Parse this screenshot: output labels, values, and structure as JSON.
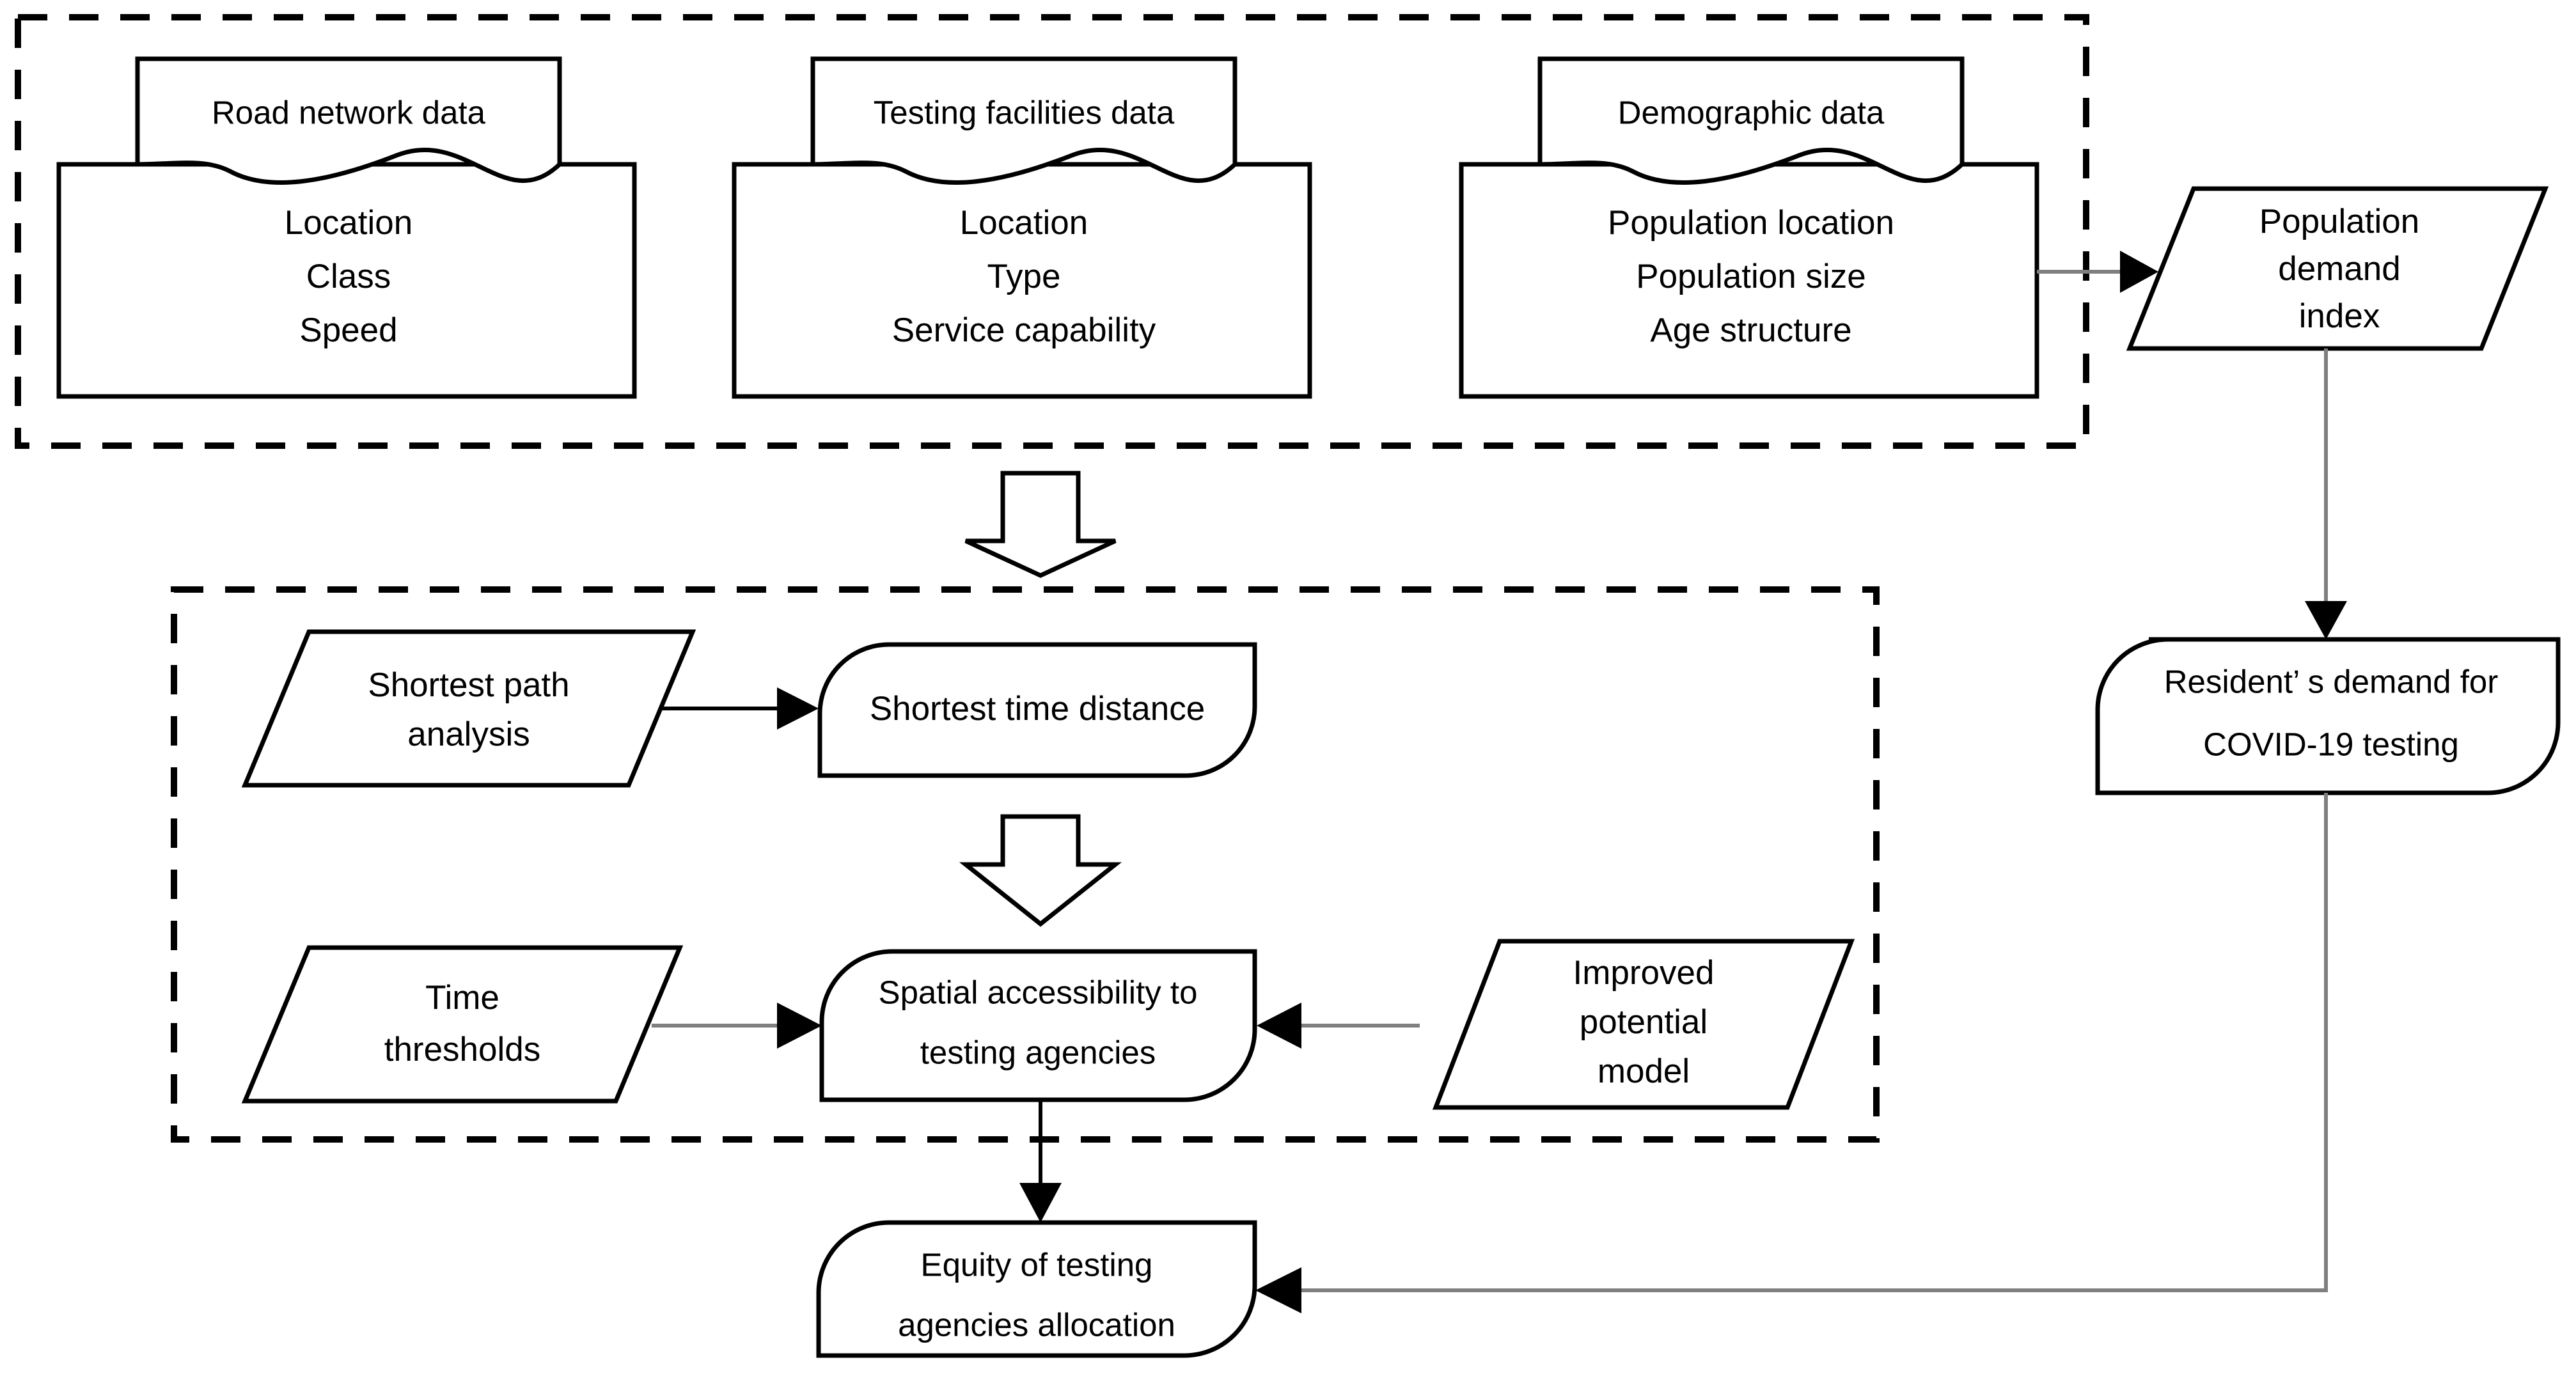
{
  "diagram": {
    "title": "COVID-19 testing agency spatial accessibility and equity workflow",
    "colors": {
      "stroke": "#000000",
      "background": "#ffffff",
      "connector": "#7f7f7f"
    },
    "groups": [
      {
        "name": "data-inputs-group",
        "style": "dashed"
      },
      {
        "name": "analysis-group",
        "style": "dashed"
      }
    ],
    "data_sources": [
      {
        "header": "Road network data",
        "attributes": [
          "Location",
          "Class",
          "Speed"
        ]
      },
      {
        "header": "Testing facilities data",
        "attributes": [
          "Location",
          "Type",
          "Service capability"
        ]
      },
      {
        "header": "Demographic data",
        "attributes": [
          "Population location",
          "Population size",
          "Age structure"
        ]
      }
    ],
    "nodes": {
      "population_demand_index": {
        "lines": [
          "Population",
          "demand",
          "index"
        ],
        "shape": "parallelogram"
      },
      "resident_demand": {
        "lines": [
          "Resident’  s demand for",
          "COVID-19 testing"
        ],
        "shape": "rounded-rect"
      },
      "shortest_path_analysis": {
        "lines": [
          "Shortest path",
          "analysis"
        ],
        "shape": "parallelogram"
      },
      "shortest_time_distance": {
        "lines": [
          "Shortest time distance"
        ],
        "shape": "rounded-rect"
      },
      "time_thresholds": {
        "lines": [
          "Time",
          "thresholds"
        ],
        "shape": "parallelogram"
      },
      "spatial_accessibility": {
        "lines": [
          "Spatial accessibility to",
          "testing agencies"
        ],
        "shape": "rounded-rect"
      },
      "improved_potential_model": {
        "lines": [
          "Improved",
          "potential",
          "model"
        ],
        "shape": "parallelogram"
      },
      "equity_allocation": {
        "lines": [
          "Equity of testing",
          "agencies allocation"
        ],
        "shape": "rounded-rect"
      }
    },
    "connections": [
      {
        "from": "Demographic data",
        "to": "Population demand index",
        "type": "arrow"
      },
      {
        "from": "Population demand index",
        "to": "Resident’s demand for COVID-19 testing",
        "type": "arrow"
      },
      {
        "from": "data-inputs-group",
        "to": "analysis-group",
        "type": "block-arrow-down"
      },
      {
        "from": "Shortest path analysis",
        "to": "Shortest time distance",
        "type": "arrow"
      },
      {
        "from": "Shortest time distance",
        "to": "Spatial accessibility to testing agencies",
        "type": "block-arrow-down"
      },
      {
        "from": "Time thresholds",
        "to": "Spatial accessibility to testing agencies",
        "type": "arrow"
      },
      {
        "from": "Improved potential model",
        "to": "Spatial accessibility to testing agencies",
        "type": "arrow"
      },
      {
        "from": "Spatial accessibility to testing agencies",
        "to": "Equity of testing agencies allocation",
        "type": "arrow"
      },
      {
        "from": "Resident’s demand for COVID-19 testing",
        "to": "Equity of testing agencies allocation",
        "type": "arrow"
      }
    ]
  }
}
